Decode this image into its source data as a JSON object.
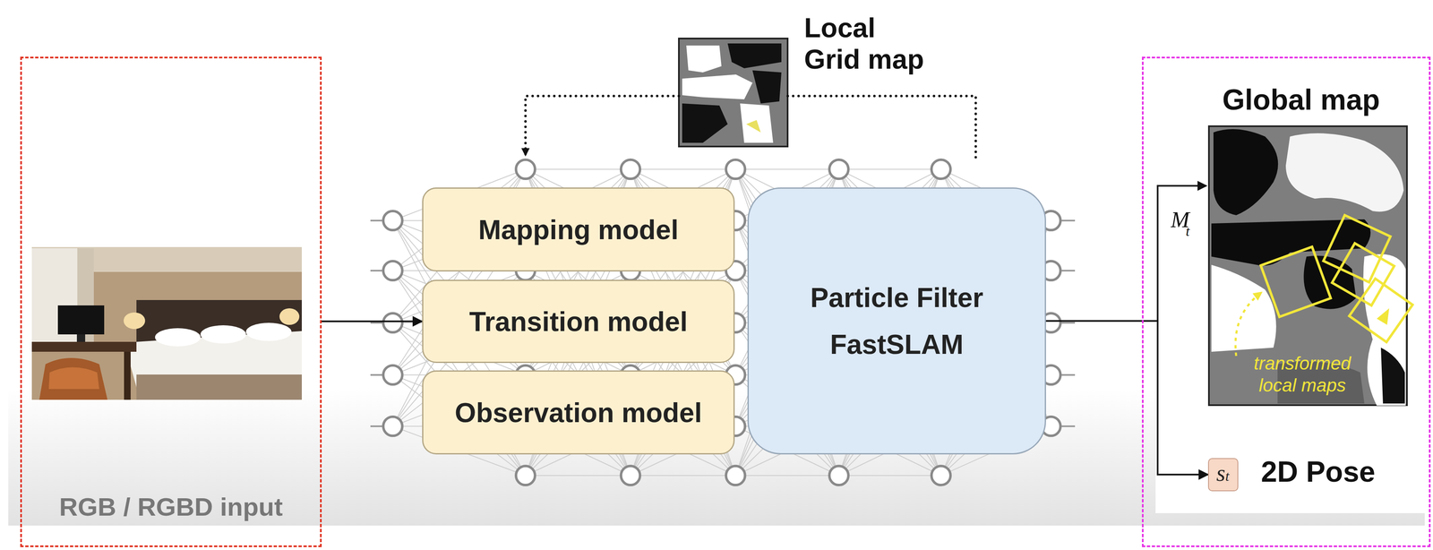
{
  "diagram": {
    "nodes": [
      {
        "text": [
          "RGB / RGBD input"
        ]
      },
      {
        "text": [
          "Mapping model"
        ]
      },
      {
        "text": [
          "Transition model"
        ]
      },
      {
        "text": [
          "Observation model"
        ]
      },
      {
        "text": [
          "Particle Filter FastSLAM"
        ]
      },
      {
        "text": [
          "Global map"
        ]
      },
      {
        "text": [
          "s",
          "t"
        ],
        "in": 5
      }
    ],
    "edges": [
      {
        "from": 0,
        "to": 2,
        "arrow": "to"
      },
      {
        "from": 4,
        "to": 6,
        "arrow": "to"
      }
    ],
    "labels": [
      "Local Grid map",
      "M",
      "t",
      "transformed local maps",
      "2D Pose"
    ]
  }
}
